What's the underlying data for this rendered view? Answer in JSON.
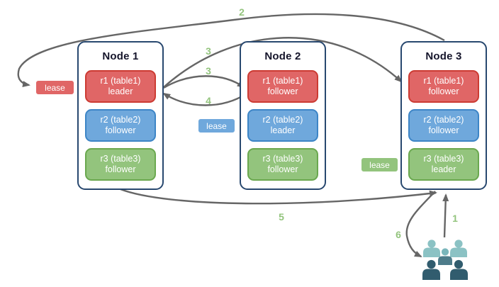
{
  "diagram": {
    "type": "distributed-database-replication-flow",
    "nodes": [
      {
        "title": "Node 1",
        "replicas": [
          {
            "name": "r1 (table1)",
            "role": "leader",
            "color": "red"
          },
          {
            "name": "r2 (table2)",
            "role": "follower",
            "color": "blue"
          },
          {
            "name": "r3 (table3)",
            "role": "follower",
            "color": "green"
          }
        ]
      },
      {
        "title": "Node 2",
        "replicas": [
          {
            "name": "r1 (table1)",
            "role": "follower",
            "color": "red"
          },
          {
            "name": "r2 (table2)",
            "role": "leader",
            "color": "blue"
          },
          {
            "name": "r3 (table3)",
            "role": "follower",
            "color": "green"
          }
        ]
      },
      {
        "title": "Node 3",
        "replicas": [
          {
            "name": "r1 (table1)",
            "role": "follower",
            "color": "red"
          },
          {
            "name": "r2 (table2)",
            "role": "follower",
            "color": "blue"
          },
          {
            "name": "r3 (table3)",
            "role": "leader",
            "color": "green"
          }
        ]
      }
    ],
    "leases": {
      "table1": {
        "label": "lease",
        "color": "red"
      },
      "table2": {
        "label": "lease",
        "color": "blue"
      },
      "table3": {
        "label": "lease",
        "color": "green"
      }
    },
    "steps": {
      "1": "1",
      "2": "2",
      "3_top": "3",
      "3_mid": "3",
      "4": "4",
      "5": "5",
      "6": "6"
    },
    "icons": {
      "users": "user-group-icon"
    },
    "colors": {
      "node_border": "#28486f",
      "replica_red_fill": "#e06666",
      "replica_red_border": "#cc3b33",
      "replica_blue_fill": "#6fa8dc",
      "replica_blue_border": "#3d85c6",
      "replica_green_fill": "#93c47d",
      "replica_green_border": "#6aa84f",
      "arrow": "#666666",
      "step_label": "#93c47d",
      "users_light_teal": "#8bc2c4",
      "users_mid_slate": "#4e7c8a",
      "users_dark_navy": "#315c6e"
    }
  }
}
